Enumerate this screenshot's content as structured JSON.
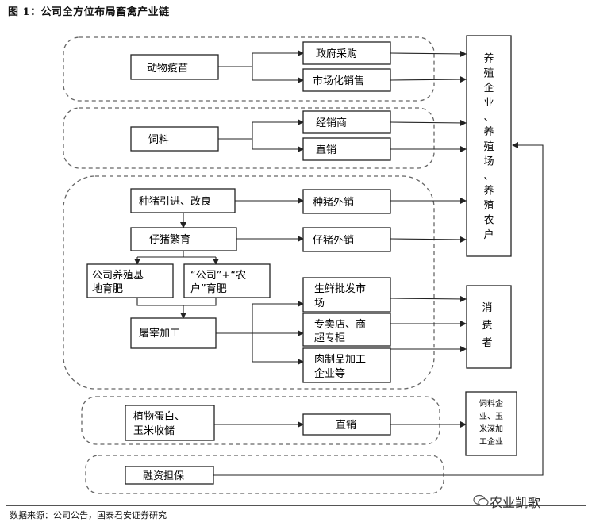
{
  "header": {
    "title": "图 1：公司全方位布局畜禽产业链"
  },
  "footer": {
    "source": "数据来源：公司公告，国泰君安证券研究",
    "watermark": "农业凯歌"
  },
  "nodes": {
    "vaccine": "动物疫苗",
    "gov_purchase": "政府采购",
    "market_sales": "市场化销售",
    "feed": "饲料",
    "distributor": "经销商",
    "direct_sales_1": "直销",
    "breeding_intro": "种猪引进、改良",
    "breeding_sales": "种猪外销",
    "piglet": "仔猪繁育",
    "piglet_sales": "仔猪外销",
    "company_base_l1": "公司养殖基",
    "company_base_l2": "地育肥",
    "company_farmer_l1": "“公司”+“农",
    "company_farmer_l2": "户”育肥",
    "slaughter": "屠宰加工",
    "fresh_market_l1": "生鲜批发市",
    "fresh_market_l2": "场",
    "store_l1": "专卖店、商",
    "store_l2": "超专柜",
    "meat_proc_l1": "肉制品加工",
    "meat_proc_l2": "企业等",
    "protein_l1": "植物蛋白、",
    "protein_l2": "玉米收储",
    "direct_sales_2": "直销",
    "financing": "融资担保",
    "farms_v": "养殖企业、养殖场、养殖农户",
    "consumer_v": "消费者",
    "feed_corn_v": [
      "饲料企",
      "业、玉",
      "米深加",
      "工企业"
    ]
  }
}
